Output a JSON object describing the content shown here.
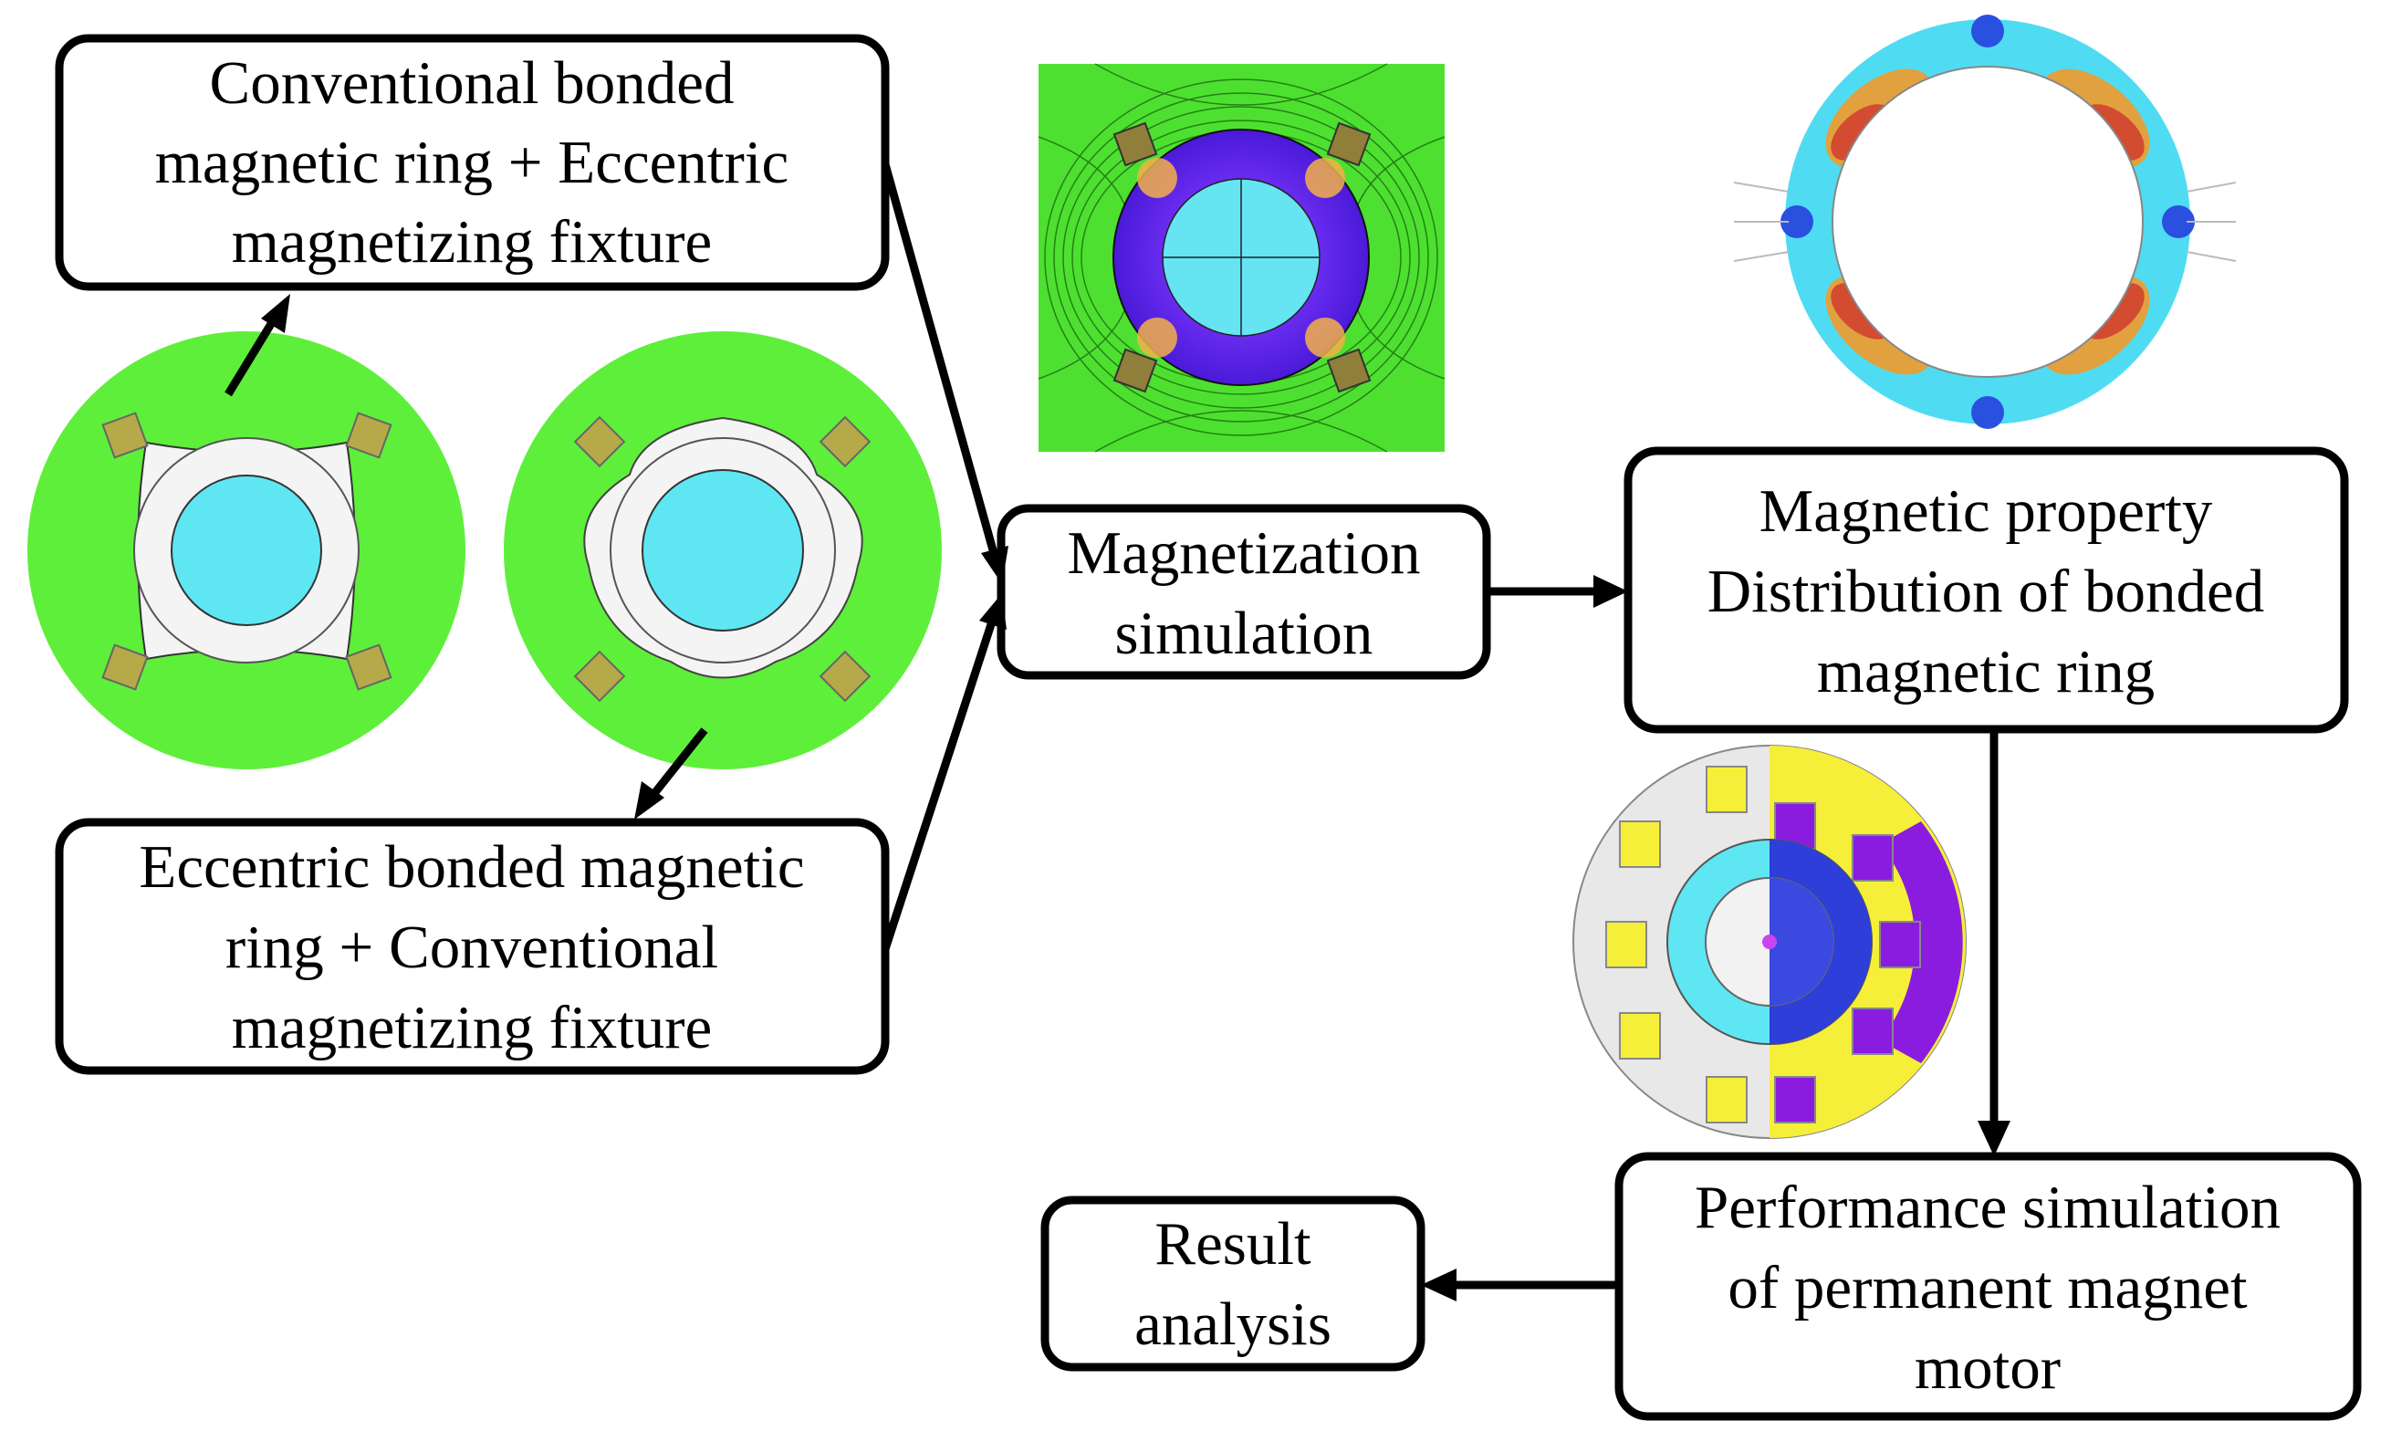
{
  "boxes": {
    "conventional_ring": [
      "Conventional bonded",
      "magnetic ring + Eccentric",
      "magnetizing fixture"
    ],
    "eccentric_ring": [
      "Eccentric bonded magnetic",
      "ring + Conventional",
      "magnetizing fixture"
    ],
    "magnetization_sim": [
      "Magnetization",
      "simulation"
    ],
    "magnetic_property": [
      "Magnetic property",
      "Distribution of bonded",
      "magnetic ring"
    ],
    "performance_sim": [
      "Performance simulation",
      "of permanent magnet",
      "motor"
    ],
    "result_analysis": [
      "Result",
      "analysis"
    ]
  },
  "colors": {
    "fixture_green": "#5eef3a",
    "rotor_cyan": "#5fe6f3",
    "ring_gray": "#f2f2f2",
    "coil_olive": "#b5a94a",
    "field_purple": "#8a1ce0",
    "magnet_yellow": "#f5ef3a"
  }
}
